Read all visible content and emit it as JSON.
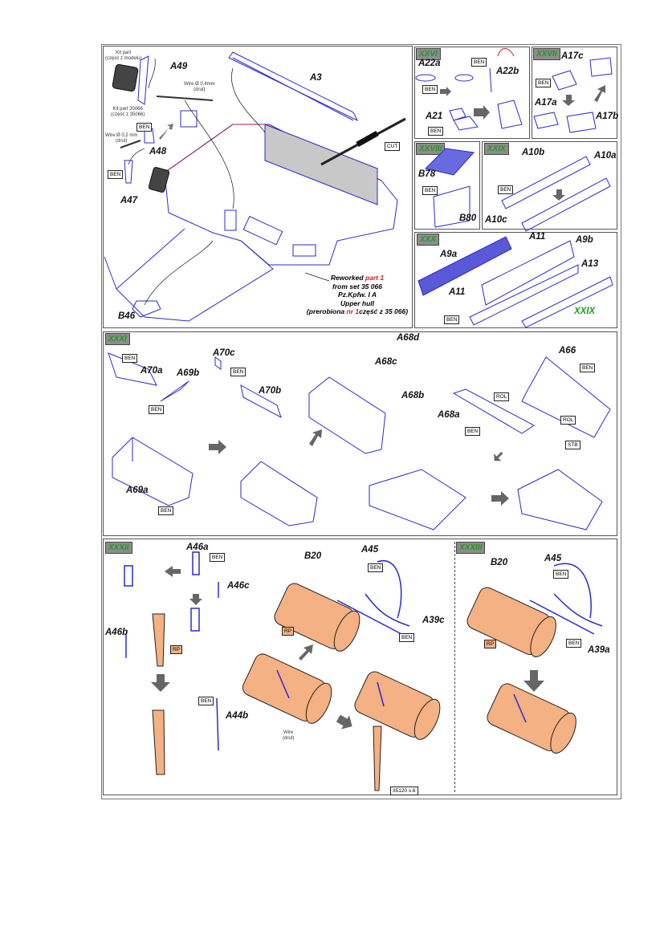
{
  "panel_main": {
    "labels": {
      "a49": "A49",
      "a3": "A3",
      "a48": "A48",
      "a47": "A47",
      "b46": "B46"
    },
    "cut": "CUT",
    "ben": "BEN",
    "kit_part_1": "Kit part",
    "kit_part_1_pl": "(część z modelu)",
    "kit_part_2": "Kit part 35066",
    "kit_part_2_pl": "(część z 35066)",
    "wire_04": "Wire Ø 0,4mm",
    "wire_04_pl": "(drut)",
    "wire_02": "Wire Ø 0,2 mm",
    "wire_02_pl": "(drut)",
    "note": {
      "l1_a": "Reworked ",
      "l1_b": "part 1",
      "l2": "from set 35 066",
      "l3": "Pz.Kpfw. I A",
      "l4": "Upper hull",
      "l5_a": "(prerobiona ",
      "l5_b": "nr 1",
      "l5_c": "część z 35 066)"
    }
  },
  "xxvi": {
    "title": "XXVI",
    "a22a": "A22a",
    "a22b": "A22b",
    "a21": "A21",
    "ben": "BEN"
  },
  "xxvii": {
    "title": "XXVII",
    "a17c": "A17c",
    "a17a": "A17a",
    "a17b": "A17b",
    "ben": "BEN"
  },
  "xxviii": {
    "title": "XXVIII",
    "b78": "B78",
    "b80": "B80",
    "ben": "BEN"
  },
  "xxix": {
    "title": "XXIX",
    "a10b": "A10b",
    "a10a": "A10a",
    "a10c": "A10c",
    "ben": "BEN"
  },
  "xxx": {
    "title": "XXX",
    "a11": "A11",
    "a9b": "A9b",
    "a9a": "A9a",
    "a13": "A13",
    "ref": "XXIX",
    "ben": "BEN"
  },
  "xxxi": {
    "title": "XXXI",
    "a70a": "A70a",
    "a69b": "A69b",
    "a69a": "A69a",
    "a70c": "A70c",
    "a70b": "A70b",
    "a68d": "A68d",
    "a68c": "A68c",
    "a68b": "A68b",
    "a68a": "A68a",
    "a66": "A66",
    "ben": "BEN",
    "rol": "ROL",
    "stb": "STB"
  },
  "xxxii": {
    "title": "XXXII",
    "a46a": "A46a",
    "a46c": "A46c",
    "a46b": "A46b",
    "a44b": "A44b",
    "b20": "B20",
    "a45": "A45",
    "a39c": "A39c",
    "ben": "BEN",
    "rp": "RP",
    "wire": "Wire",
    "wire_pl": "(drut)",
    "page_ref": "35120 s.6"
  },
  "xxxiii": {
    "title": "XXXIII",
    "b20": "B20",
    "a45": "A45",
    "a39a": "A39a",
    "ben": "BEN",
    "rp": "RP"
  },
  "colors": {
    "part_blue": "#2a2ad0",
    "orange": "#f4b183",
    "tag_green": "#1f9a1f",
    "tag_grey": "#8c8c8c"
  }
}
